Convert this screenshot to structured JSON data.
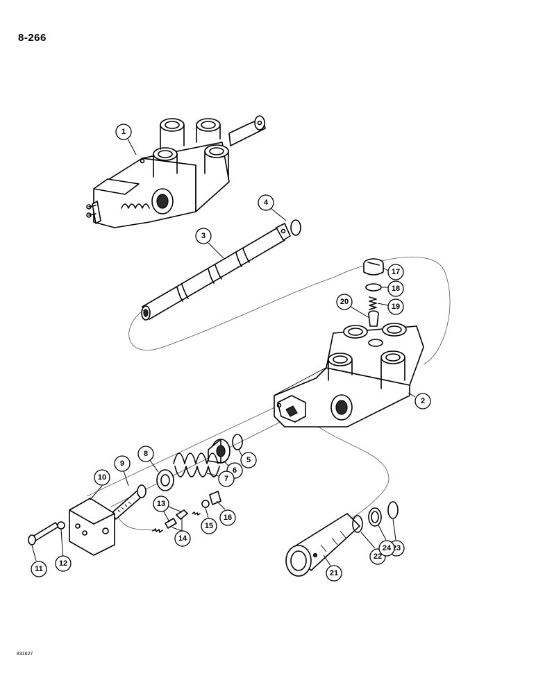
{
  "page": {
    "number": "8-266",
    "figure_id": "831627"
  },
  "parts": {
    "1": "1",
    "2": "2",
    "3": "3",
    "4": "4",
    "5": "5",
    "6": "6",
    "7": "7",
    "8": "8",
    "9": "9",
    "10": "10",
    "11": "11",
    "12": "12",
    "13": "13",
    "14": "14",
    "15": "15",
    "16": "16",
    "17": "17",
    "18": "18",
    "19": "19",
    "20": "20",
    "21": "21",
    "22": "22",
    "23": "23",
    "24": "24"
  },
  "colors": {
    "ink": "#000000",
    "paper": "#ffffff"
  }
}
